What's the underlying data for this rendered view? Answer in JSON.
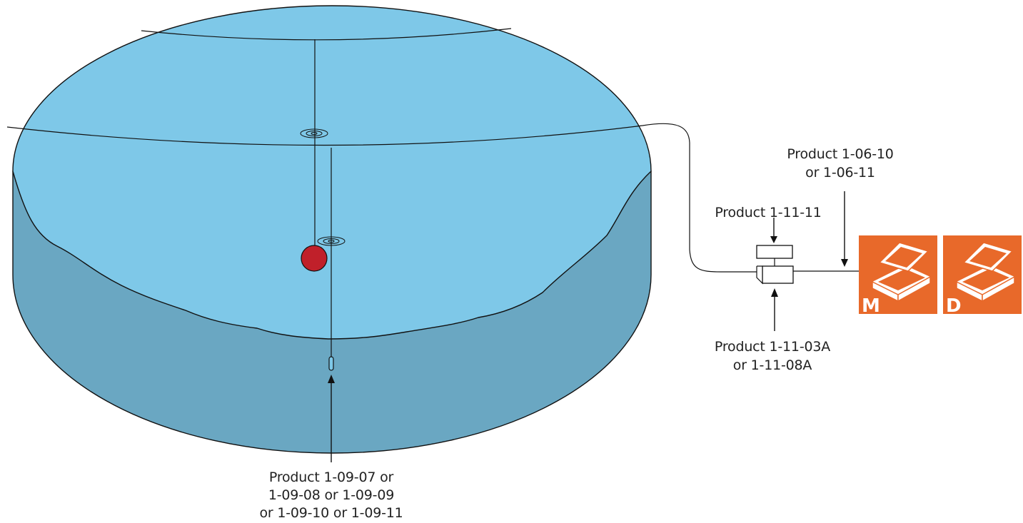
{
  "labels": {
    "sensor": {
      "line1": "Product 1-09-07 or",
      "line2": "1-09-08 or 1-09-09",
      "line3": "or 1-09-10 or 1-09-11"
    },
    "top_box": {
      "line1": "Product 1-11-11"
    },
    "bottom_box": {
      "line1": "Product 1-11-03A",
      "line2": "or 1-11-08A"
    },
    "cable": {
      "line1": "Product 1-06-10",
      "line2": "or 1-06-11"
    }
  },
  "cases": [
    {
      "letter": "M",
      "icon": "open-case-icon"
    },
    {
      "letter": "D",
      "icon": "open-case-icon"
    }
  ],
  "colors": {
    "water_surface": "#7ec8e8",
    "tank_wall": "#6aa7c2",
    "buoy": "#c0202a",
    "case_bg": "#e8692a"
  }
}
